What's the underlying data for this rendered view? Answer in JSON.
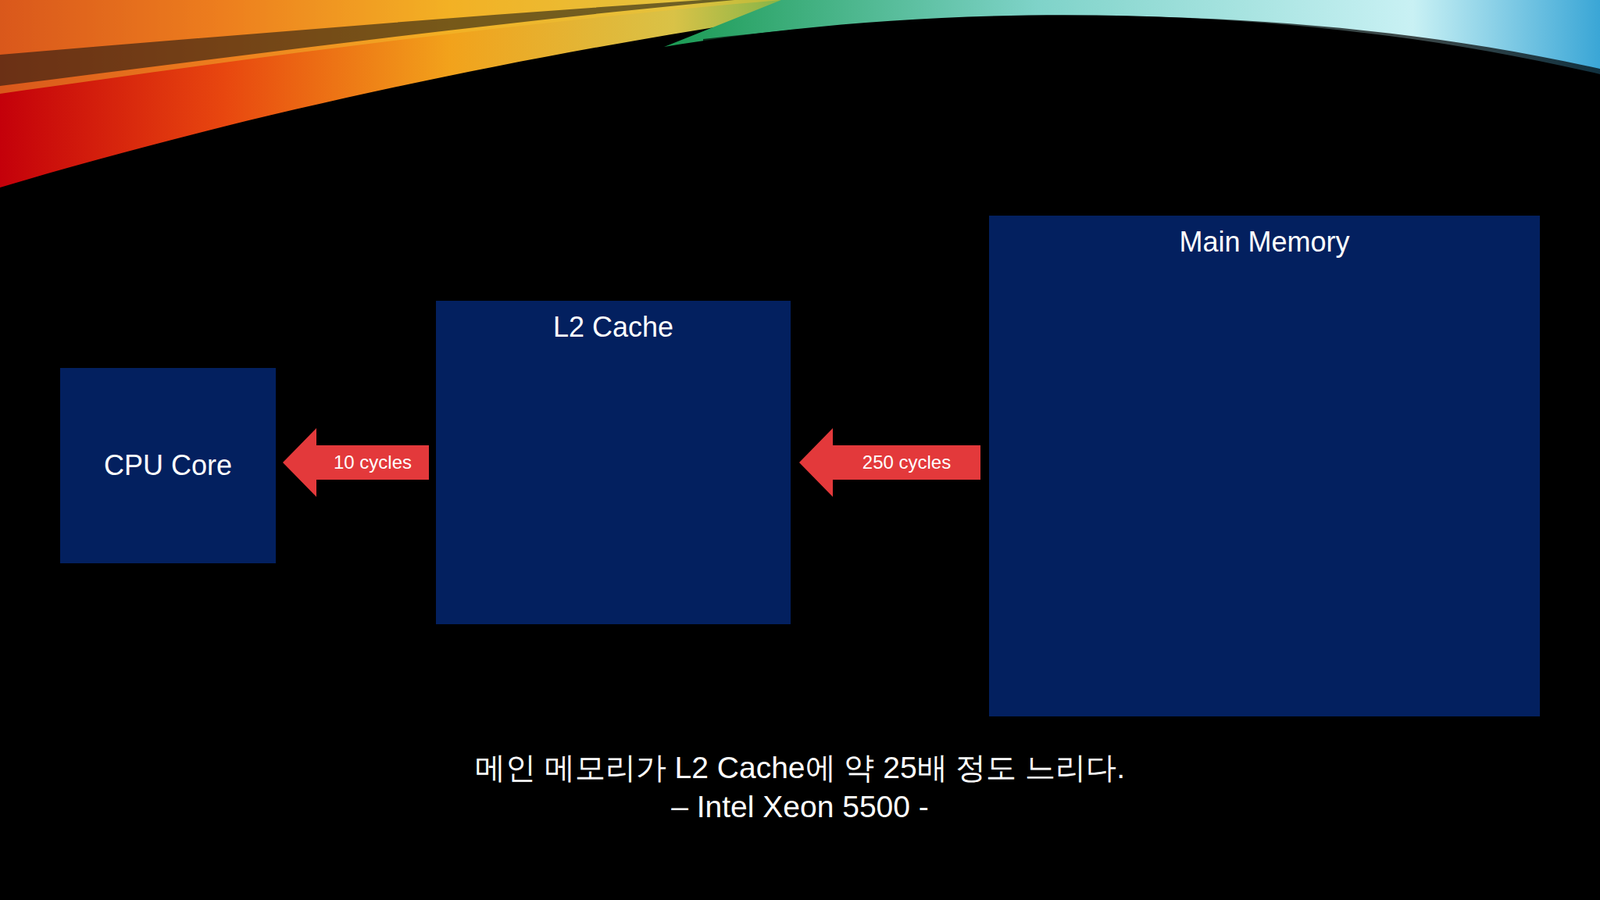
{
  "diagram": {
    "caption": "메인 메모리가 L2 Cache에 약 25배 정도 느리다.",
    "nodes": [
      {
        "text": [
          "CPU Core"
        ]
      },
      {
        "text": [
          "L2 Cache"
        ]
      },
      {
        "text": [
          "Main Memory"
        ]
      }
    ],
    "edges": [
      {
        "from": 1,
        "to": 0,
        "label": "10 cycles",
        "arrow": "to"
      },
      {
        "from": 2,
        "to": 1,
        "label": "250 cycles",
        "arrow": "to"
      }
    ],
    "labels": [
      "– Intel Xeon 5500 -"
    ]
  }
}
